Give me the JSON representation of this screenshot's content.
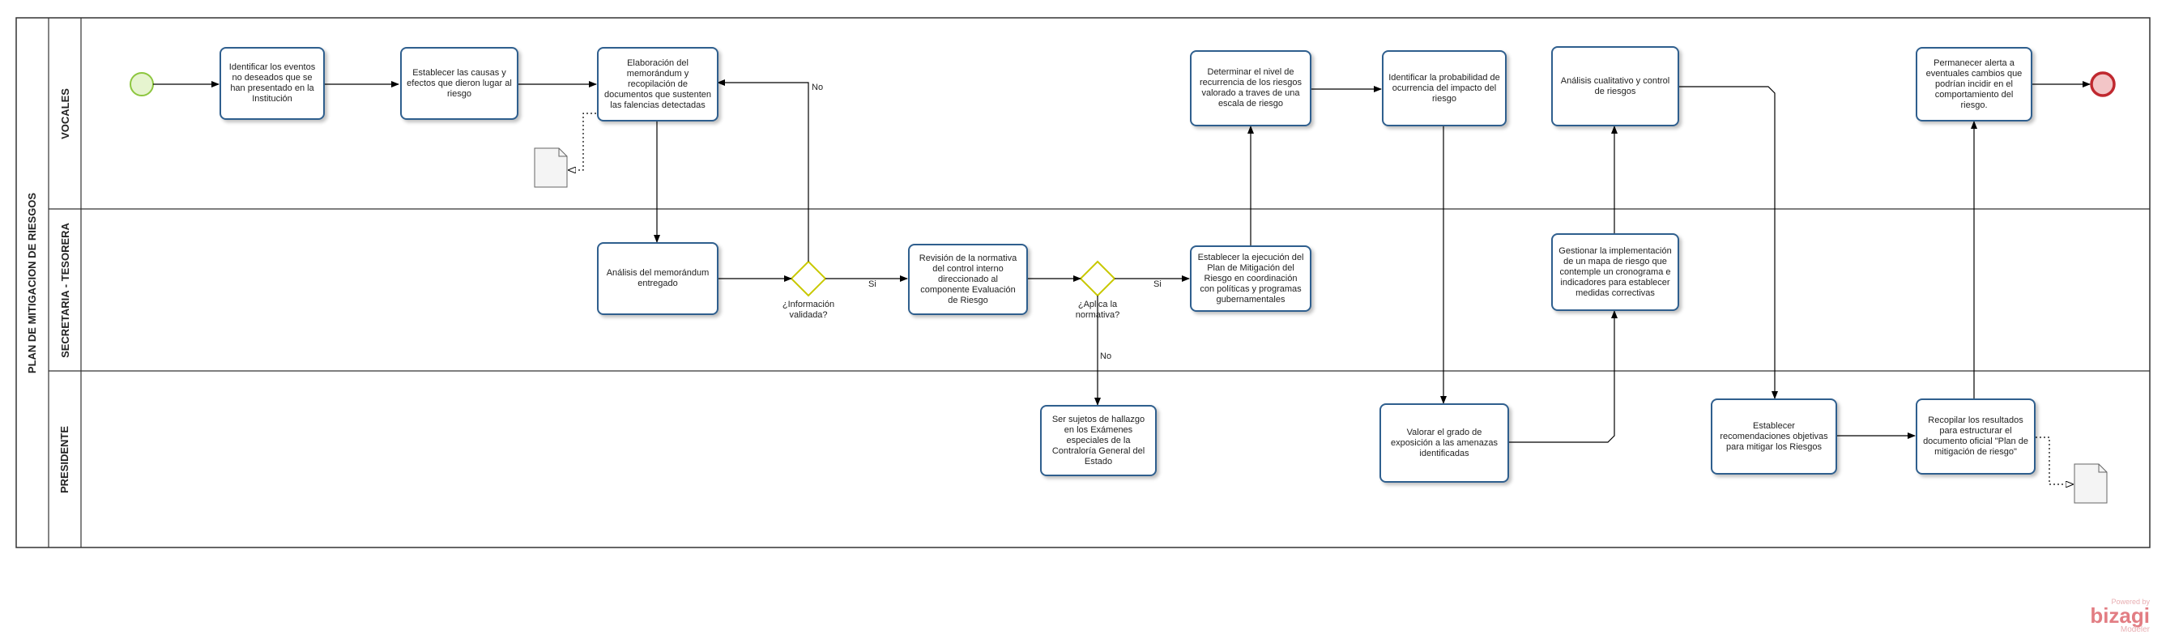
{
  "pool": {
    "title": "PLAN DE MITIGACION DE RIESGOS"
  },
  "lanes": [
    "VOCALES",
    "SECRETARIA - TESORERA",
    "PRESIDENTE"
  ],
  "tasks": {
    "t1": "Identificar los eventos no deseados que se han presentado en la Institución",
    "t2": "Establecer las causas y efectos que dieron lugar al riesgo",
    "t3": "Elaboración del memorándum y recopilación de documentos que sustenten las falencias detectadas",
    "t4": "Análisis del memorándum entregado",
    "t5": "Revisión de la normativa del control interno direccionado al componente Evaluación de Riesgo",
    "t6": "Ser sujetos de hallazgo en los Exámenes especiales de la Contraloría General del Estado",
    "t7": "Establecer la ejecución del Plan de Mitigación del Riesgo en coordinación con políticas y programas gubernamentales",
    "t8": "Determinar el nivel de recurrencia de los riesgos valorado a traves de una escala de riesgo",
    "t9": "Identificar la probabilidad de ocurrencia del impacto del riesgo",
    "t10": "Valorar el grado de exposición a las amenazas identificadas",
    "t11": "Gestionar la implementación de un mapa de riesgo que contemple un cronograma e indicadores para establecer medidas correctivas",
    "t12": "Análisis cualitativo y control de riesgos",
    "t13": "Establecer recomendaciones objetivas para mitigar los Riesgos",
    "t14": "Recopilar los resultados para estructurar el documento oficial \"Plan de mitigación de riesgo\"",
    "t15": "Permanecer alerta a eventuales cambios que podrían incidir en el comportamiento del riesgo."
  },
  "gateways": {
    "g1": "¿Información validada?",
    "g2": "¿Aplica la normativa?"
  },
  "flow_labels": {
    "g1_no": "No",
    "g1_si": "Si",
    "g2_si": "Si",
    "g2_no": "No"
  },
  "branding": {
    "powered_by": "Powered by",
    "name": "bizagi",
    "product": "Modeler"
  },
  "colors": {
    "task_border": "#2f5f8e",
    "start_event": "#8dc63f",
    "end_event": "#c0282f",
    "gateway": "#c8c800",
    "logo": "#e27d83"
  }
}
